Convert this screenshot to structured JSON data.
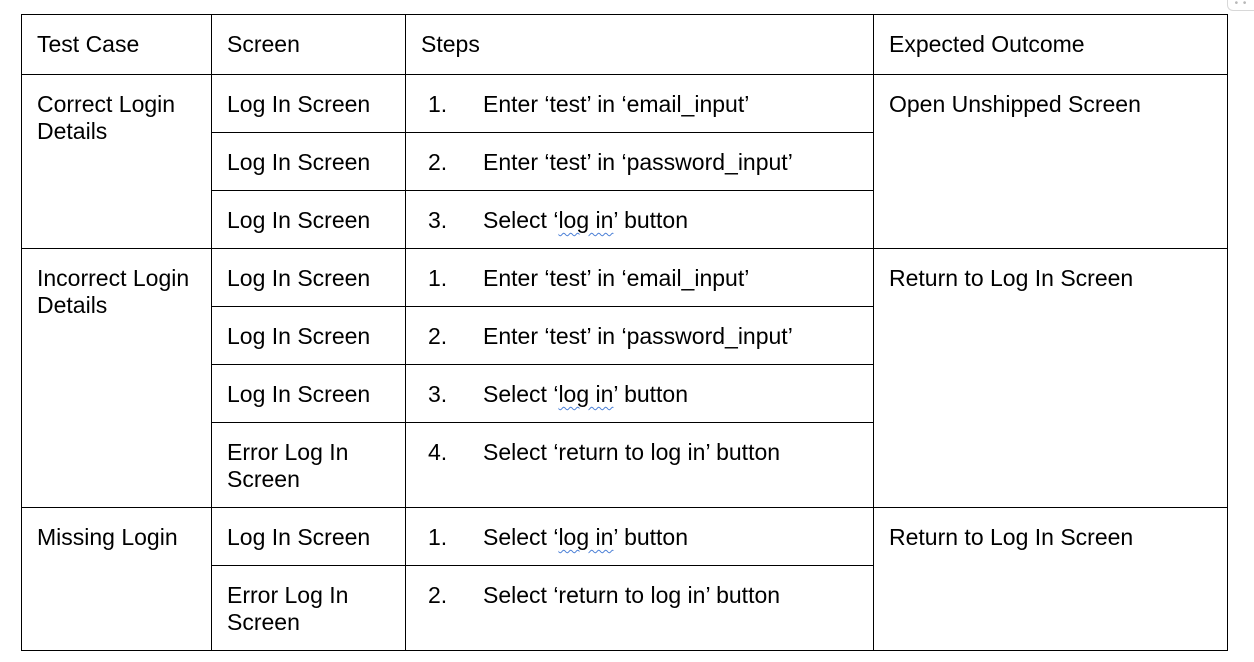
{
  "table": {
    "headers": {
      "test_case": "Test Case",
      "screen": "Screen",
      "steps": "Steps",
      "expected_outcome": "Expected Outcome"
    },
    "groups": [
      {
        "test_case": "Correct Login Details",
        "expected_outcome": "Open Unshipped Screen",
        "rows": [
          {
            "screen": "Log In Screen",
            "num": "1.",
            "step_before": "Enter ‘test’ in ‘email_input’",
            "step_spell": "",
            "step_after": ""
          },
          {
            "screen": "Log In Screen",
            "num": "2.",
            "step_before": "Enter ‘test’ in ‘password_input’",
            "step_spell": "",
            "step_after": ""
          },
          {
            "screen": "Log In Screen",
            "num": "3.",
            "step_before": "Select ‘",
            "step_spell": "log in",
            "step_after": "’ button"
          }
        ]
      },
      {
        "test_case": "Incorrect Login Details",
        "expected_outcome": "Return to Log In Screen",
        "rows": [
          {
            "screen": "Log In Screen",
            "num": "1.",
            "step_before": "Enter ‘test’ in ‘email_input’",
            "step_spell": "",
            "step_after": ""
          },
          {
            "screen": "Log In Screen",
            "num": "2.",
            "step_before": "Enter ‘test’ in ‘password_input’",
            "step_spell": "",
            "step_after": ""
          },
          {
            "screen": "Log In Screen",
            "num": "3.",
            "step_before": "Select ‘",
            "step_spell": "log in",
            "step_after": "’ button"
          },
          {
            "screen": "Error Log In Screen",
            "num": "4.",
            "step_before": "Select ‘return to log in’ button",
            "step_spell": "",
            "step_after": ""
          }
        ]
      },
      {
        "test_case": "Missing Login",
        "expected_outcome": "Return to Log In Screen",
        "rows": [
          {
            "screen": "Log In Screen",
            "num": "1.",
            "step_before": "Select ‘",
            "step_spell": "log in",
            "step_after": "’ button"
          },
          {
            "screen": "Error Log In Screen",
            "num": "2.",
            "step_before": "Select ‘return to log in’ button",
            "step_spell": "",
            "step_after": ""
          }
        ]
      }
    ]
  }
}
